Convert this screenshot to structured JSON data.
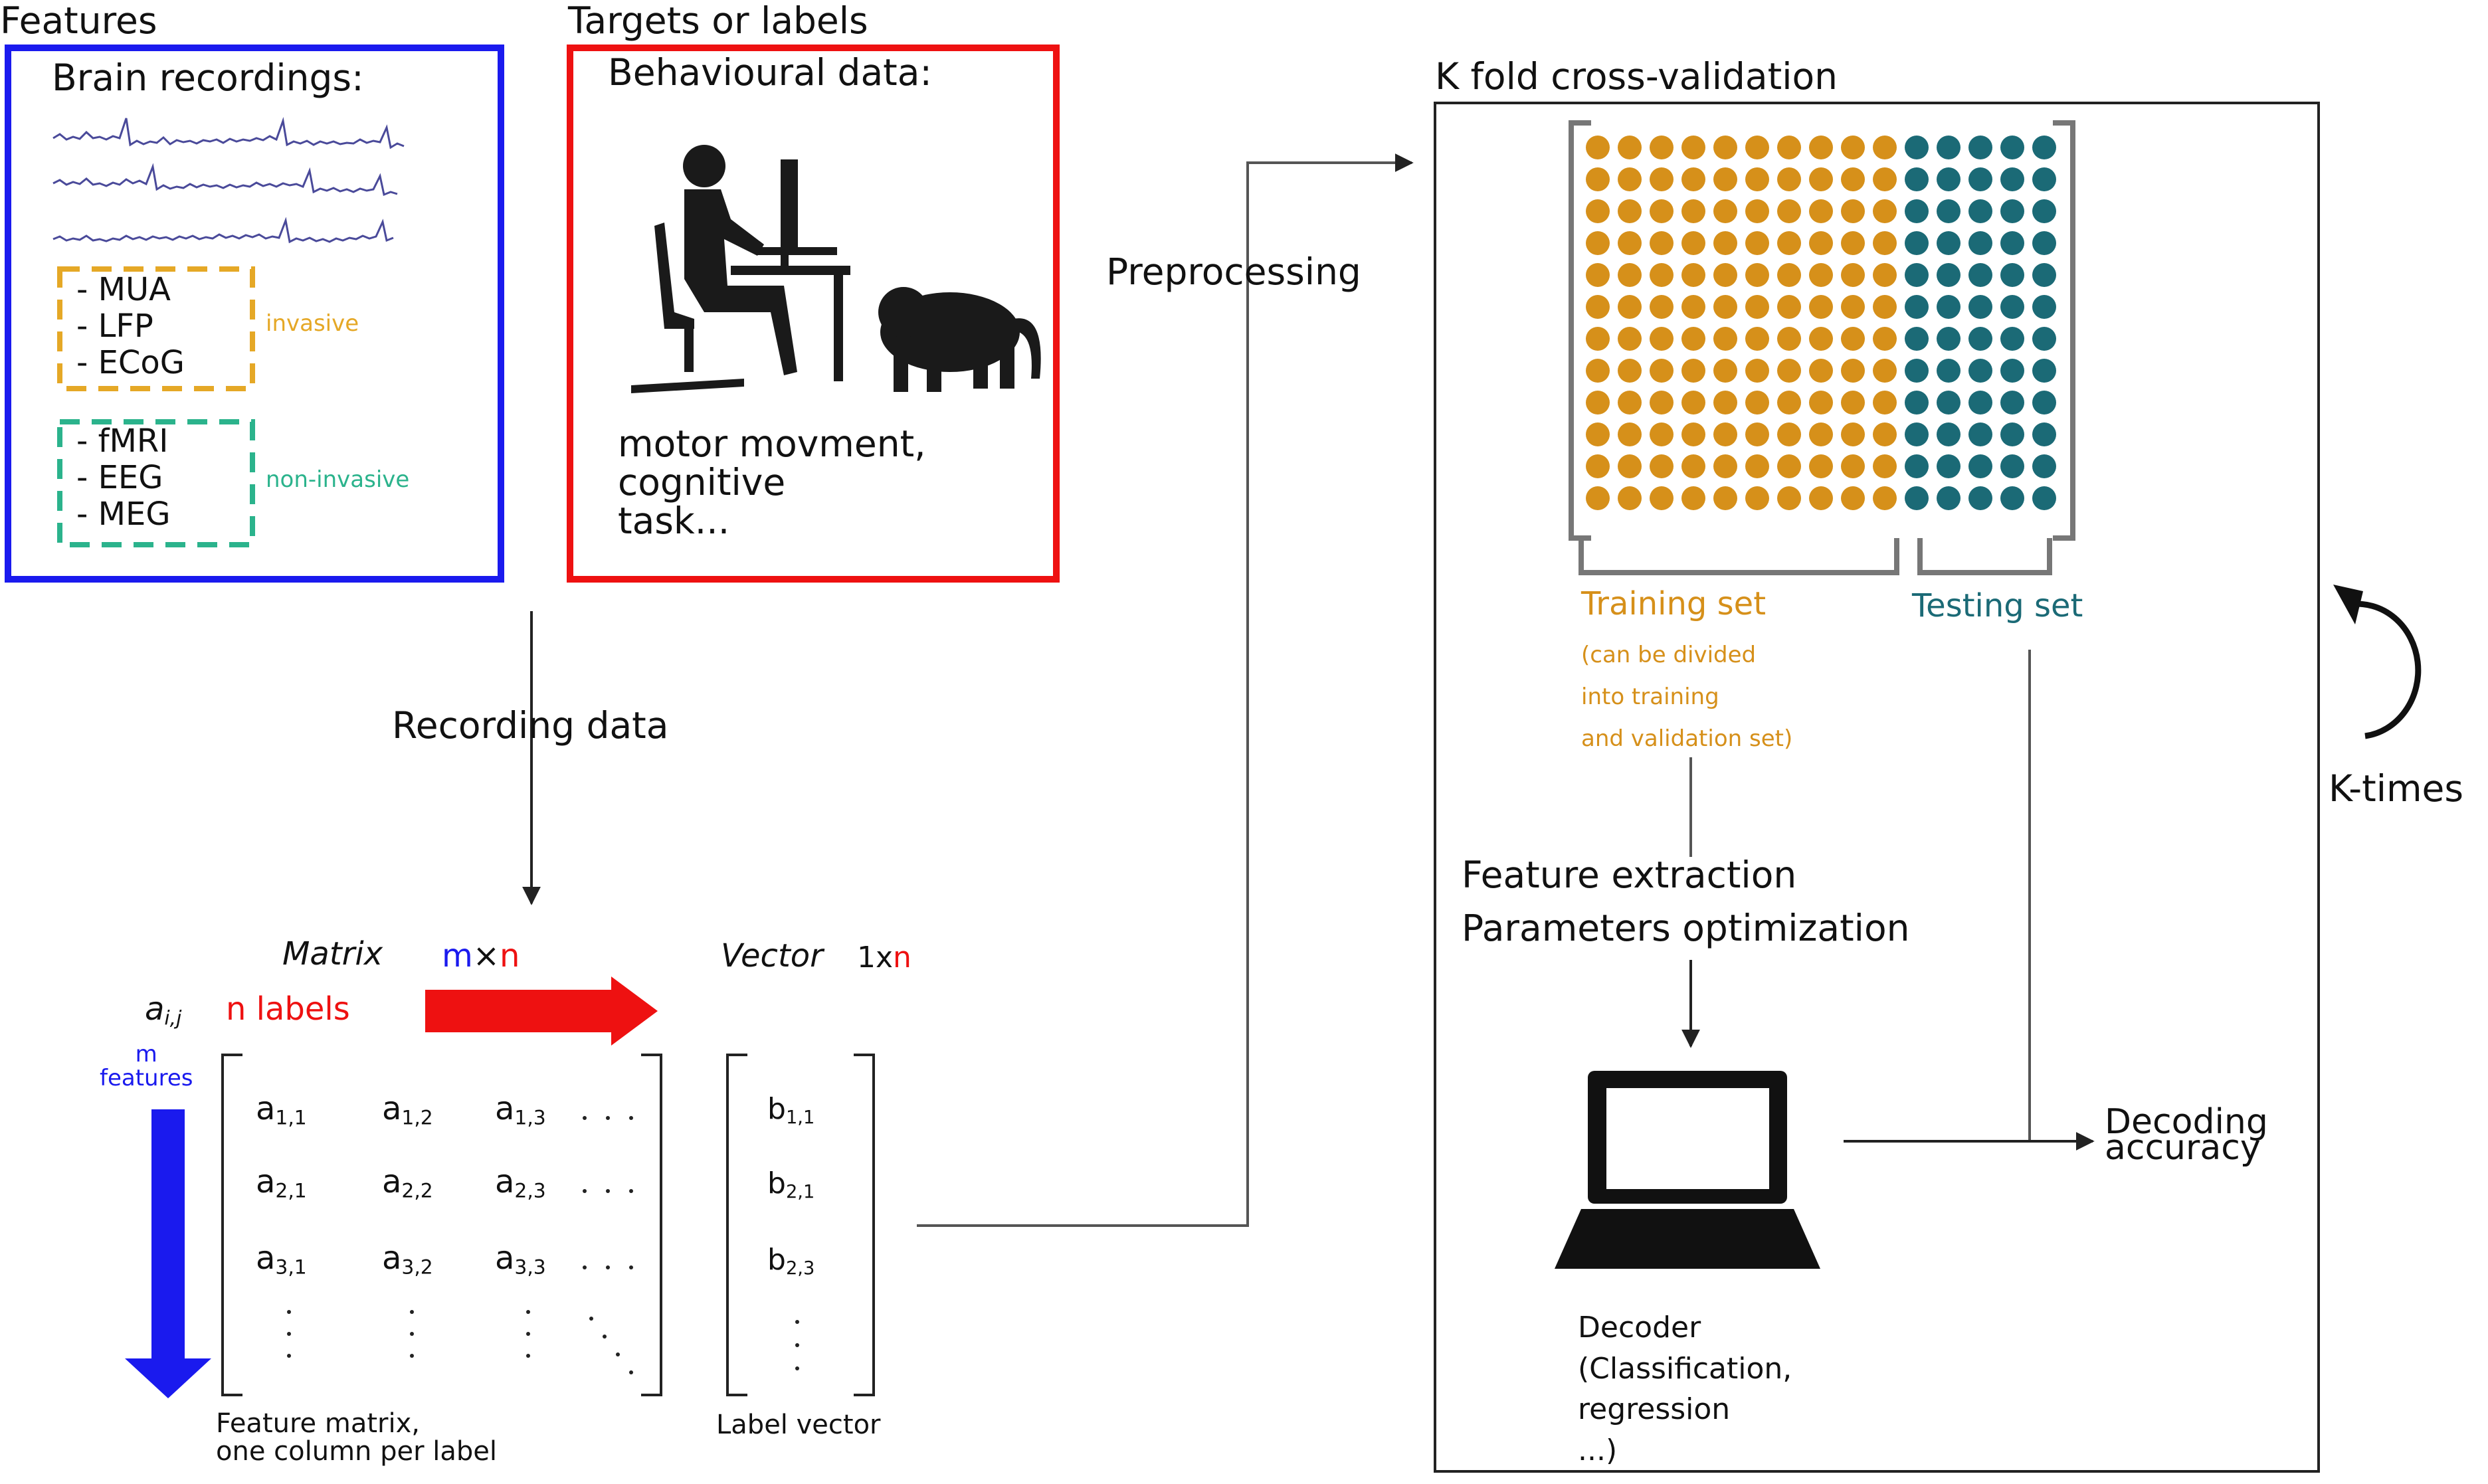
{
  "features": {
    "title": "Features",
    "brain_label": "Brain recordings:",
    "invasive_items": [
      "- MUA",
      "- LFP",
      "- ECoG"
    ],
    "invasive_label": "invasive",
    "noninvasive_items": [
      "- fMRI",
      "- EEG",
      "- MEG"
    ],
    "noninvasive_label": "non-invasive"
  },
  "targets": {
    "title": "Targets or labels",
    "behaviour_label": "Behavioural data:",
    "description": "motor movment,\ncognitive\ntask..."
  },
  "recording_label": "Recording data",
  "preprocessing_label": "Preprocessing",
  "matrix": {
    "title": "Matrix",
    "dim_m": "m",
    "dim_x": "×",
    "dim_n": "n",
    "aij": "a",
    "aij_sub": "i,j",
    "n_labels": "n labels",
    "m_features": "m\nfeatures",
    "cells": [
      [
        "a",
        "1,1",
        "a",
        "1,2",
        "a",
        "1,3"
      ],
      [
        "a",
        "2,1",
        "a",
        "2,2",
        "a",
        "2,3"
      ],
      [
        "a",
        "3,1",
        "a",
        "3,2",
        "a",
        "3,3"
      ]
    ],
    "caption": "Feature matrix,\none column per label"
  },
  "vector": {
    "title": "Vector",
    "dim_1xn": "1x",
    "dim_n": "n",
    "cells": [
      [
        "b",
        "1,1"
      ],
      [
        "b",
        "2,1"
      ],
      [
        "b",
        "2,3"
      ]
    ],
    "caption": "Label vector"
  },
  "kfold": {
    "title": "K fold cross-validation",
    "grid_rows": 12,
    "grid_cols_train": 10,
    "grid_cols_test": 5,
    "training_label": "Training set",
    "training_note": "(can be divided\ninto training\nand validation set)",
    "testing_label": "Testing set",
    "feature_extraction": "Feature extraction",
    "param_opt": "Parameters optimization",
    "decoder_label": "Decoder\n(Classification,\nregression\n...)",
    "decoding_accuracy": "Decoding\naccuracy",
    "k_times": "K-times"
  },
  "colors": {
    "features_box": "#1a1aee",
    "targets_box": "#ee1111",
    "training": "#d6901a",
    "testing": "#1b6a76",
    "invasive": "#e5a826",
    "noninvasive": "#2bb38c",
    "signal": "#4a4a9a",
    "arrow_red": "#ee1111",
    "arrow_blue": "#1a1aee"
  }
}
